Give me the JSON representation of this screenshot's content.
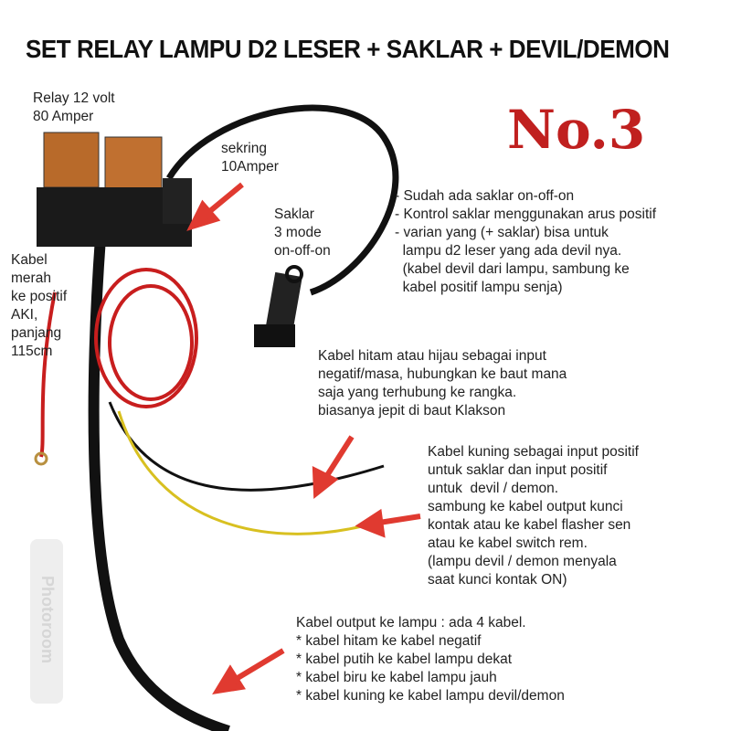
{
  "title": "SET RELAY LAMPU D2 LESER + SAKLAR + DEVIL/DEMON",
  "badge": "No.3",
  "labels": {
    "relay": "Relay 12 volt\n80 Amper",
    "sekring": "sekring\n10Amper",
    "saklar": "Saklar\n3 mode\non-off-on",
    "kabel_merah": "Kabel\nmerah\nke positif\nAKI,\npanjang\n115cm"
  },
  "notes": {
    "features": "- Sudah ada saklar on-off-on\n- Kontrol saklar menggunakan arus positif\n- varian yang (+ saklar) bisa untuk\n  lampu d2 leser yang ada devil nya.\n  (kabel devil dari lampu, sambung ke\n  kabel positif lampu senja)",
    "kabel_hitam": "Kabel hitam atau hijau sebagai input\nnegatif/masa, hubungkan ke baut mana\nsaja yang terhubung ke rangka.\nbiasanya jepit di baut Klakson",
    "kabel_kuning": "Kabel kuning sebagai input positif\nuntuk saklar dan input positif\nuntuk  devil / demon.\nsambung ke kabel output kunci\nkontak atau ke kabel flasher sen\natau ke kabel switch rem.\n(lampu devil / demon menyala\nsaat kunci kontak ON)",
    "output": "Kabel output ke lampu : ada 4 kabel.\n* kabel hitam ke kabel negatif\n* kabel putih ke kabel lampu dekat\n* kabel biru ke kabel lampu jauh\n* kabel kuning ke kabel lampu devil/demon"
  },
  "watermark": "Photoroom",
  "colors": {
    "accent": "#c0201f",
    "arrow": "#e03a30"
  }
}
